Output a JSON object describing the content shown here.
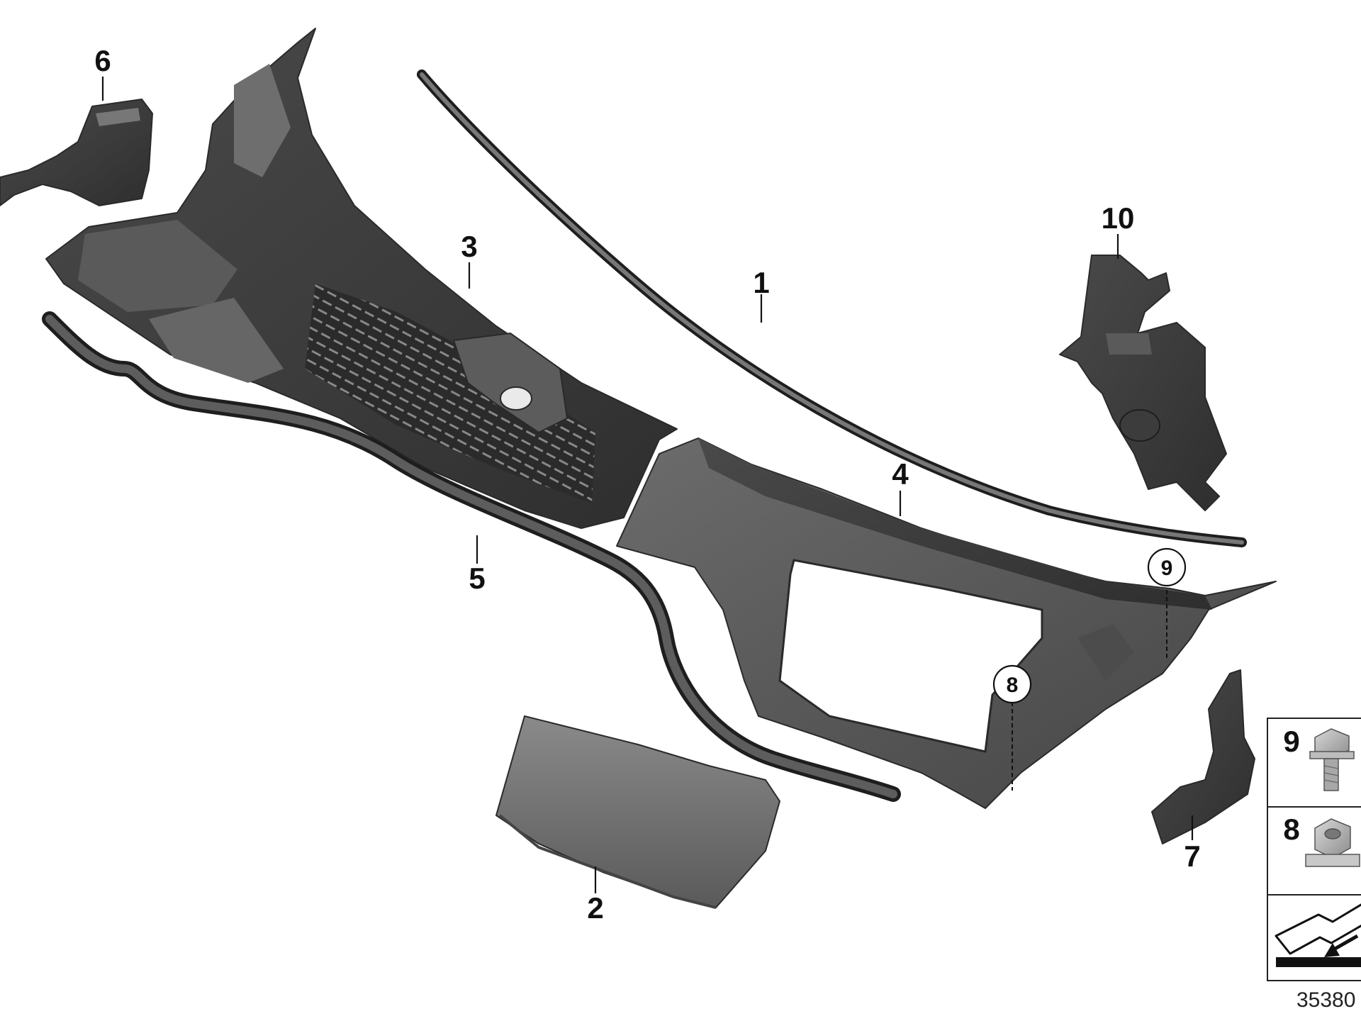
{
  "callouts": {
    "c1": "1",
    "c2": "2",
    "c3": "3",
    "c4": "4",
    "c5": "5",
    "c6": "6",
    "c7": "7",
    "c8": "8",
    "c9": "9",
    "c10": "10"
  },
  "legend": {
    "row9": "9",
    "row8": "8"
  },
  "figure_id": "35380"
}
